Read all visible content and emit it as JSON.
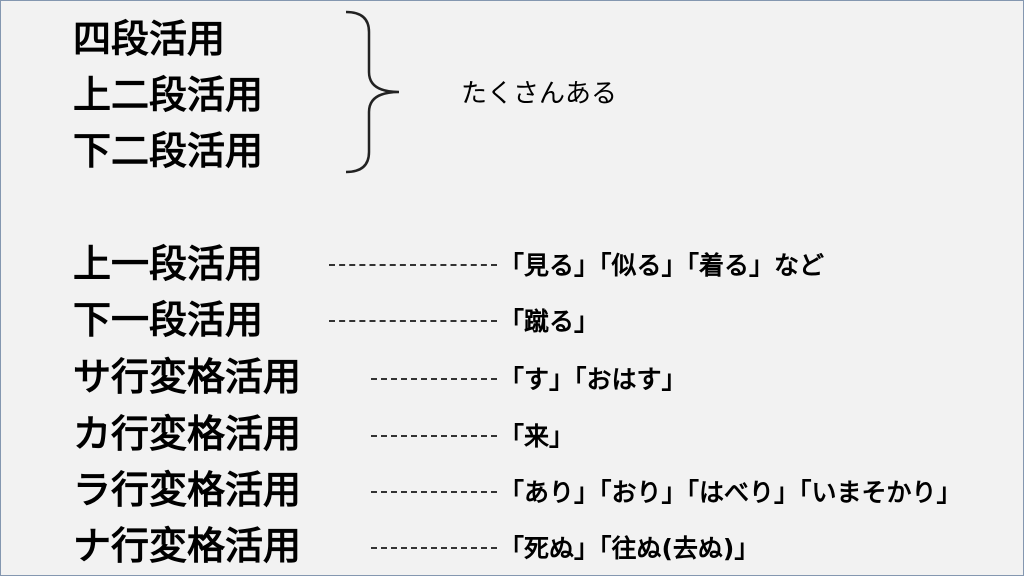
{
  "group_terms": [
    "四段活用",
    "上二段活用",
    "下二段活用"
  ],
  "group_note": "たくさんある",
  "rows": [
    {
      "term": "上一段活用",
      "examples": "「見る」「似る」「着る」など"
    },
    {
      "term": "下一段活用",
      "examples": "「蹴る」"
    },
    {
      "term": "サ行変格活用",
      "examples": "「す」「おはす」"
    },
    {
      "term": "カ行変格活用",
      "examples": "「来」"
    },
    {
      "term": "ラ行変格活用",
      "examples": "「あり」「おり」「はべり」「いまそかり」"
    },
    {
      "term": "ナ行変格活用",
      "examples": "「死ぬ」「往ぬ(去ぬ)」"
    }
  ]
}
